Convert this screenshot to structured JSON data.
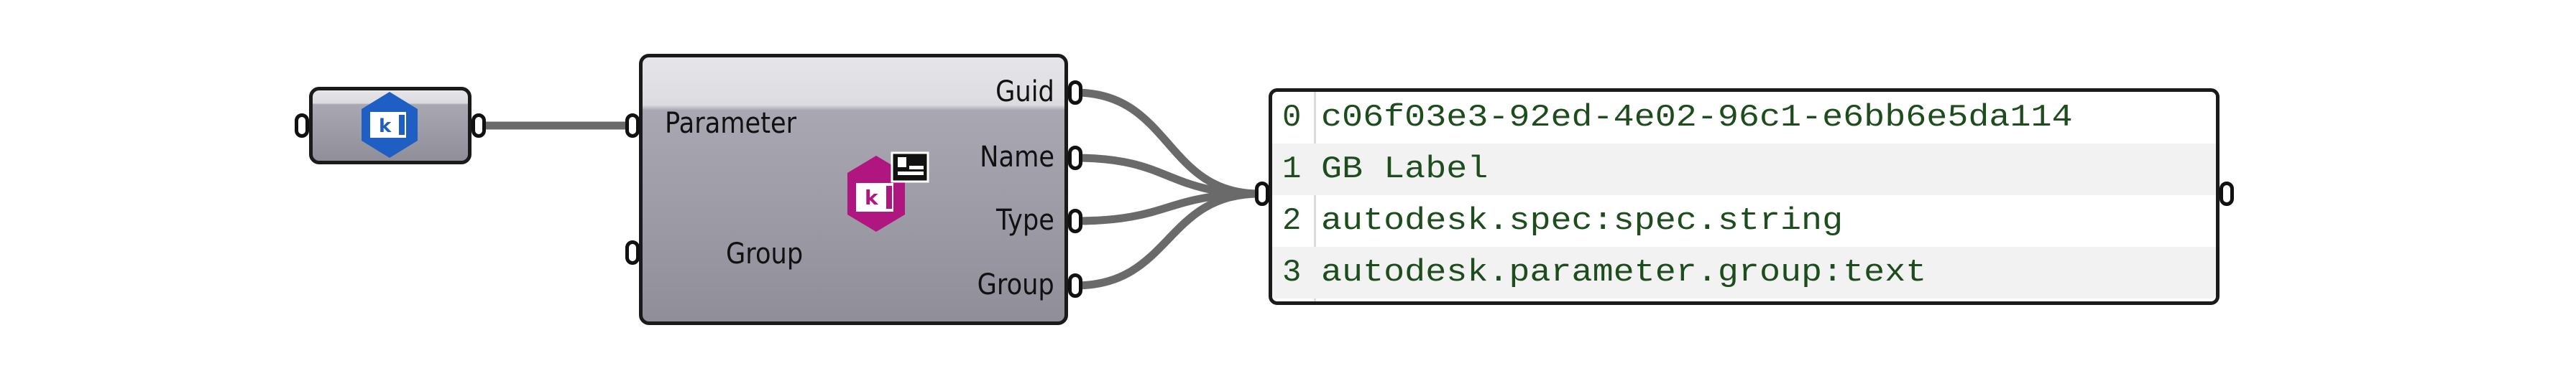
{
  "source_param": {
    "icon": "kangaroo-parameter-icon"
  },
  "component": {
    "icon": "parameter-info-icon",
    "inputs": [
      {
        "label": "Parameter"
      },
      {
        "label": "Group"
      }
    ],
    "outputs": [
      {
        "label": "Guid"
      },
      {
        "label": "Name"
      },
      {
        "label": "Type"
      },
      {
        "label": "Group"
      }
    ]
  },
  "panel": {
    "rows": [
      {
        "index": "0",
        "value": "c06f03e3-92ed-4e02-96c1-e6bb6e5da114"
      },
      {
        "index": "1",
        "value": "GB Label"
      },
      {
        "index": "2",
        "value": "autodesk.spec:spec.string"
      },
      {
        "index": "3",
        "value": "autodesk.parameter.group:text"
      }
    ]
  },
  "colors": {
    "wire": "#6a6a6a",
    "panel_text": "#1d4d1d",
    "icon_blue": "#1f5fc4",
    "icon_pink": "#b0167f"
  }
}
